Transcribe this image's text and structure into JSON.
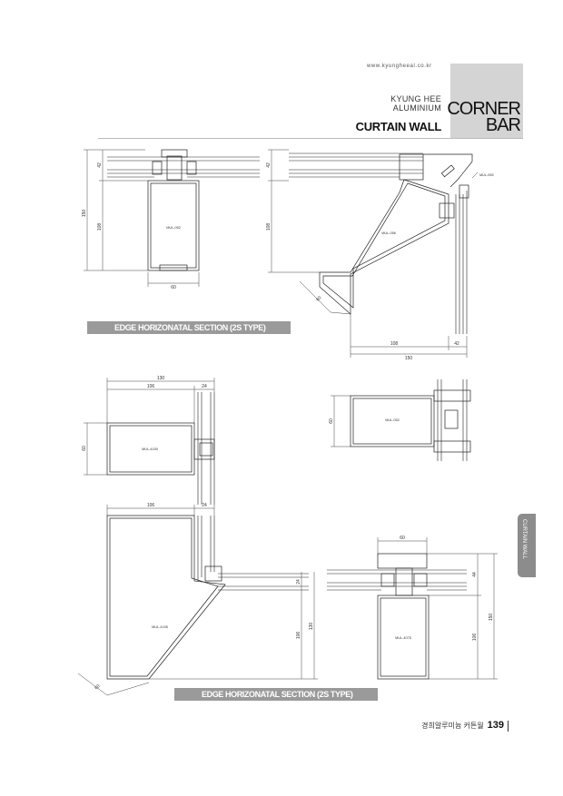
{
  "header": {
    "url": "www.kyungheeal.co.kr",
    "company_line1": "KYUNG HEE",
    "company_line2": "ALUMINIUM",
    "product": "CURTAIN WALL",
    "section_line1": "CORNER",
    "section_line2": "BAR"
  },
  "section_bars": {
    "top": "EDGE HORIZONATAL SECTION (2S TYPE)",
    "bottom": "EDGE HORIZONATAL SECTION (2S TYPE)"
  },
  "side_tab": "CURTAIN WALL",
  "footer": {
    "text": "경희알루미늄 커튼월",
    "page": "139"
  },
  "drawings": {
    "d1": {
      "dim_total": "150",
      "dim_top": "42",
      "dim_body": "108",
      "dim_width": "60",
      "part": "MUL-052"
    },
    "d2": {
      "dim_top": "42",
      "dim_body": "108",
      "dim_diag": "60",
      "dim_bottom_left": "108",
      "dim_bottom_right": "42",
      "dim_total": "150",
      "part_main": "MUL-056",
      "part_side": "MUL-055"
    },
    "d3": {
      "dim_total": "130",
      "dim_left": "106",
      "dim_right": "24",
      "dim_height": "60",
      "part": "MUL-4150"
    },
    "d4": {
      "dim_height": "60",
      "part": "MUL-052"
    },
    "d5": {
      "dim_left": "106",
      "dim_right": "24",
      "dim_side": "24",
      "dim_body": "106",
      "dim_total": "130",
      "dim_diag": "60",
      "part": "MUL-4155"
    },
    "d6": {
      "dim_width": "60",
      "dim_top": "44",
      "dim_total": "150",
      "dim_body": "106",
      "part": "MUL-4075"
    }
  }
}
